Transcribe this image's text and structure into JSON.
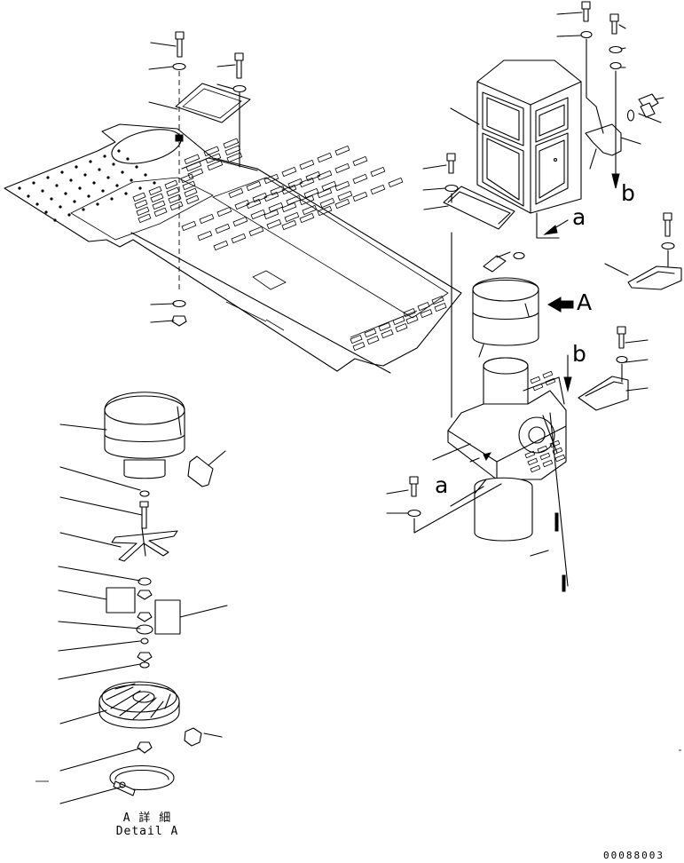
{
  "drawing": {
    "view_arrow_label": "A",
    "ref_label_a": "a",
    "ref_label_b": "b",
    "detail_title_jp": "A 詳 細",
    "detail_title_en": "Detail A",
    "drawing_code": "00088003"
  }
}
